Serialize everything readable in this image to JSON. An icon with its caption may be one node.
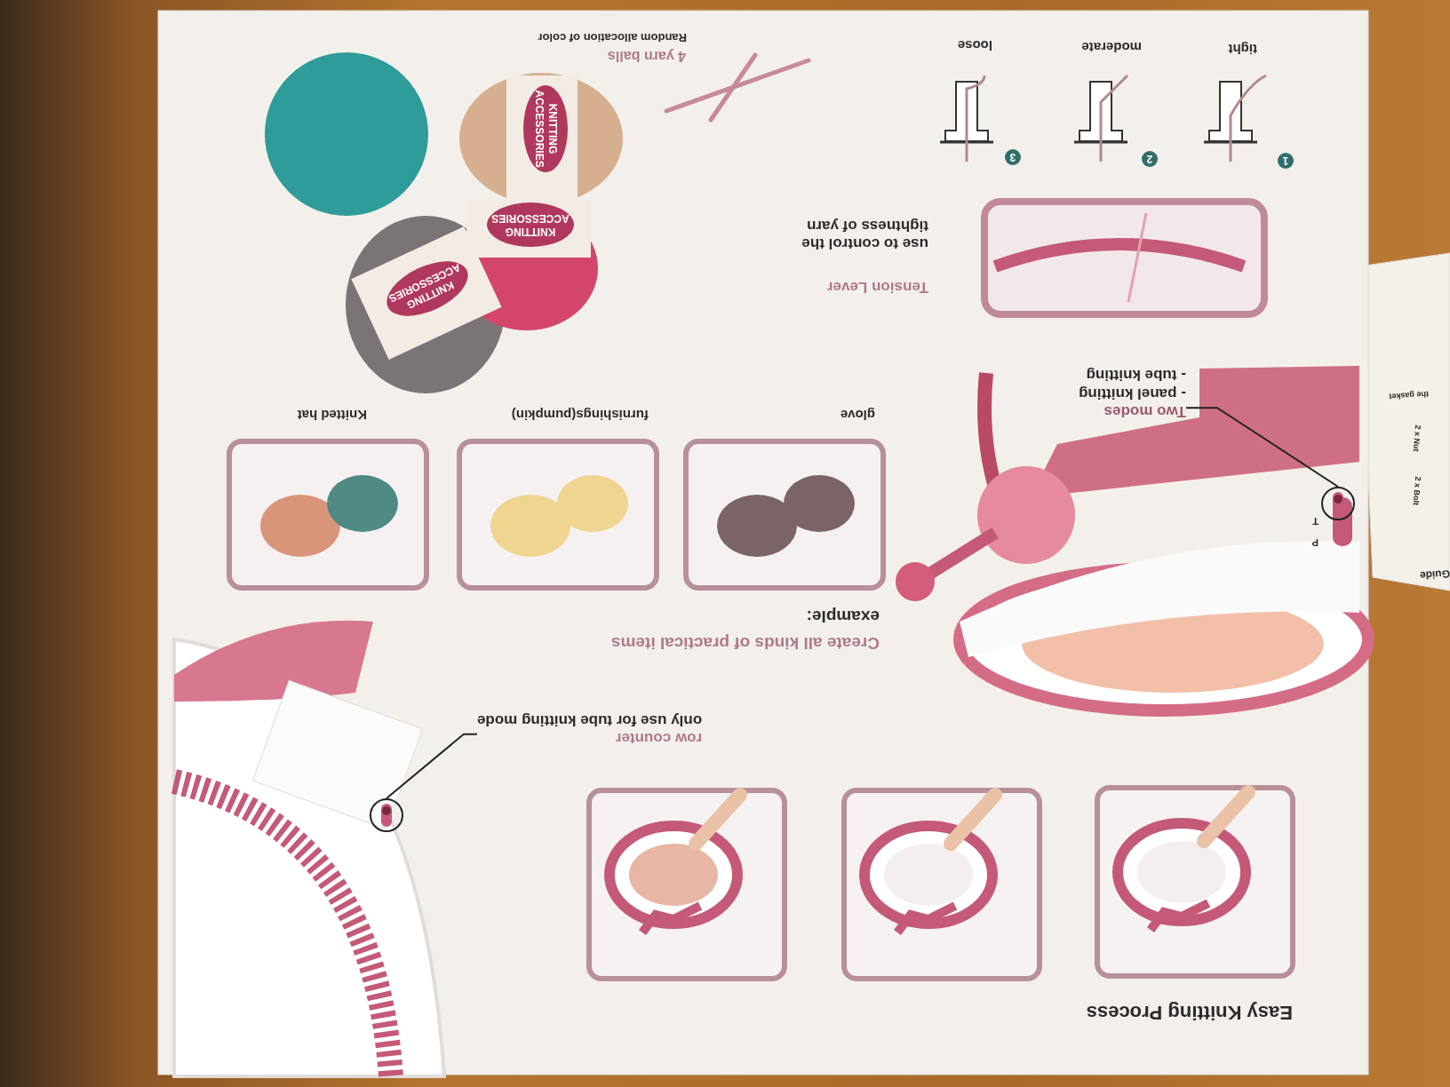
{
  "diagram": {
    "nodes": [
      {
        "text": [
          "row counter",
          "only use for tube knitting mode"
        ]
      },
      {
        "text": [],
        "shape": "picture"
      },
      {
        "text": [
          "Two modes",
          "- panel knitting",
          "- tube knitting"
        ]
      },
      {
        "text": [],
        "shape": "picture"
      }
    ],
    "edges": [
      {
        "from": 0,
        "to": 1,
        "arrow": "none"
      },
      {
        "from": 2,
        "to": 3,
        "arrow": "none"
      }
    ],
    "labels": [
      "Easy Knitting Process",
      "Create all kinds of practical items",
      "example:",
      "glove",
      "furnishings(pumpkin)",
      "Knitted hat",
      "Tension Lever",
      "use to control the tightness of yarn",
      "1",
      "tight",
      "2",
      "moderate",
      "3",
      "loose",
      "4 yarn balls",
      "Random allocation of color",
      "KNITTING ACCESSORIES",
      "KNITTING ACCESSORIES",
      "KNITTING ACCESSORIES",
      "T",
      "P",
      "the gasket",
      "2 x Bolt",
      "2 x Nut",
      "Guide"
    ]
  }
}
